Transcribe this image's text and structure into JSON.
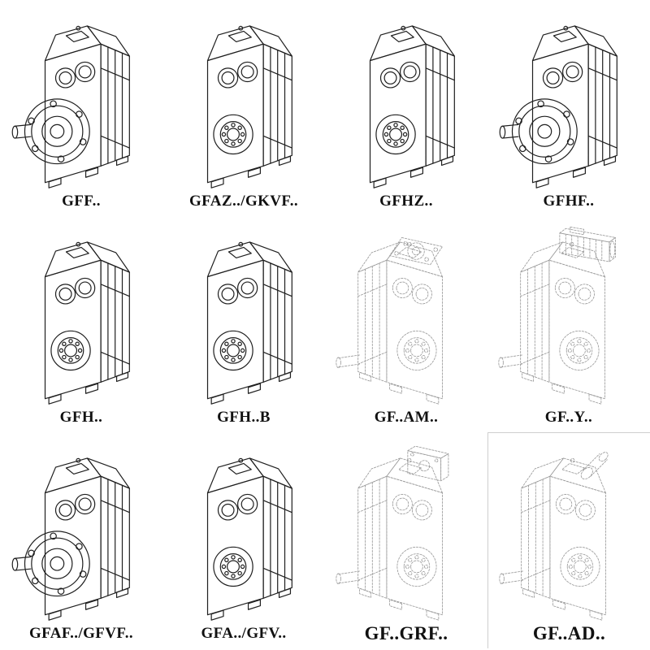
{
  "page": {
    "background": "#ffffff"
  },
  "colors": {
    "line": "#1f1f1f",
    "ghost_line": "#9a9a9a",
    "label": "#111111",
    "cell_border": "#cfcfcf"
  },
  "items": [
    {
      "id": "gff",
      "label": "GFF..",
      "variant": {
        "mount": "flange",
        "input": "none",
        "ghost": false,
        "mirrored": false
      }
    },
    {
      "id": "gfaz-gkvf",
      "label": "GFAZ../GKVF..",
      "variant": {
        "mount": "boss",
        "input": "none",
        "ghost": false,
        "mirrored": false
      }
    },
    {
      "id": "gfhz",
      "label": "GFHZ..",
      "variant": {
        "mount": "boss",
        "input": "none",
        "ghost": false,
        "mirrored": false
      }
    },
    {
      "id": "gfhf",
      "label": "GFHF..",
      "variant": {
        "mount": "flange",
        "input": "none",
        "ghost": false,
        "mirrored": false
      }
    },
    {
      "id": "gfh",
      "label": "GFH..",
      "variant": {
        "mount": "boss",
        "input": "none",
        "ghost": false,
        "mirrored": false
      }
    },
    {
      "id": "gfh-b",
      "label": "GFH..B",
      "variant": {
        "mount": "boss",
        "input": "none",
        "ghost": false,
        "mirrored": false
      }
    },
    {
      "id": "gf-am",
      "label": "GF..AM..",
      "variant": {
        "mount": "boss",
        "input": "flange-plate",
        "ghost": true,
        "mirrored": true
      }
    },
    {
      "id": "gf-y",
      "label": "GF..Y..",
      "variant": {
        "mount": "boss",
        "input": "motor",
        "ghost": true,
        "mirrored": true
      }
    },
    {
      "id": "gfaf-gfvf",
      "label": "GFAF../GFVF..",
      "variant": {
        "mount": "flange",
        "input": "none",
        "ghost": false,
        "mirrored": false
      }
    },
    {
      "id": "gfa-gfv",
      "label": "GFA../GFV..",
      "variant": {
        "mount": "boss",
        "input": "none",
        "ghost": false,
        "mirrored": false
      }
    },
    {
      "id": "gf-grf",
      "label": "GF..GRF..",
      "variant": {
        "mount": "boss",
        "input": "adapter",
        "ghost": true,
        "mirrored": true
      }
    },
    {
      "id": "gf-ad",
      "label": "GF..AD..",
      "variant": {
        "mount": "boss",
        "input": "shaft-stub",
        "ghost": true,
        "mirrored": true
      }
    }
  ]
}
